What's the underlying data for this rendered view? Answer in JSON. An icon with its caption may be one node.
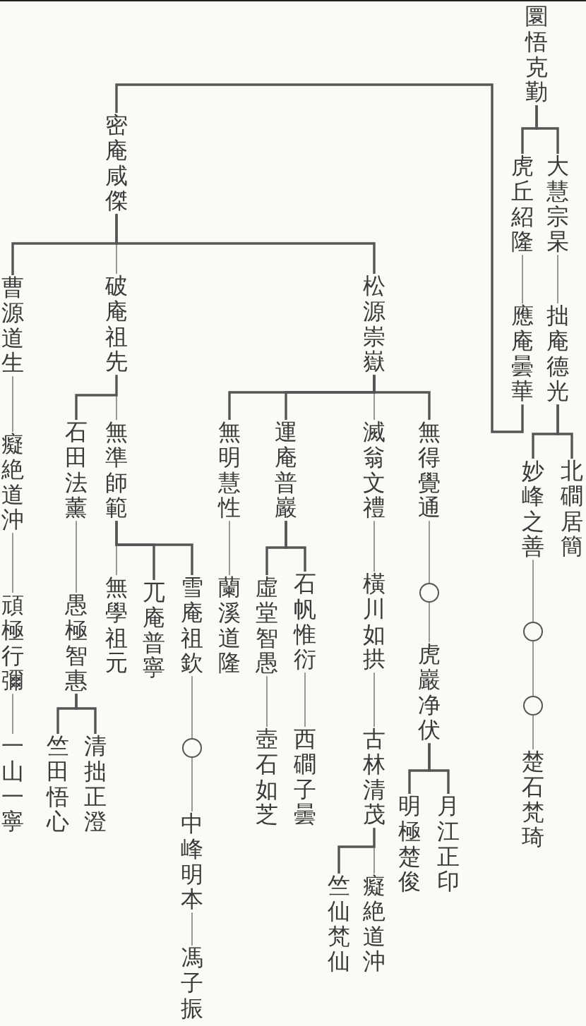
{
  "diagram": {
    "nodes": [
      {
        "text": [
          "圜悟克勤"
        ]
      },
      {
        "text": [
          "大慧宗杲"
        ]
      },
      {
        "text": [
          "虎丘紹隆"
        ]
      },
      {
        "text": [
          "密庵咸傑"
        ]
      },
      {
        "text": [
          "應庵曇華"
        ]
      },
      {
        "text": [
          "拙庵德光"
        ]
      },
      {
        "text": [
          "曹源道生"
        ]
      },
      {
        "text": [
          "破庵祖先"
        ]
      },
      {
        "text": [
          "松源崇嶽"
        ]
      },
      {
        "text": [
          "石田法薰"
        ]
      },
      {
        "text": [
          "無準師範"
        ]
      },
      {
        "text": [
          "無明慧性"
        ]
      },
      {
        "text": [
          "運庵普巖"
        ]
      },
      {
        "text": [
          "滅翁文禮"
        ]
      },
      {
        "text": [
          "無得覺通"
        ]
      },
      {
        "text": [
          "妙峰之善"
        ]
      },
      {
        "text": [
          "北磵居簡"
        ]
      },
      {
        "text": [
          "癡絶道沖"
        ]
      },
      {
        "text": [
          "無學祖元"
        ]
      },
      {
        "text": [
          "兀庵普寧"
        ]
      },
      {
        "text": [
          "雪庵祖欽"
        ]
      },
      {
        "text": [
          "蘭溪道隆"
        ]
      },
      {
        "text": [
          "虛堂智愚"
        ]
      },
      {
        "text": [
          "石帆惟衍"
        ]
      },
      {
        "text": [
          "橫川如拱"
        ]
      },
      {
        "text": [],
        "shape": "circle"
      },
      {
        "text": [],
        "shape": "circle"
      },
      {
        "text": [
          "頑極行彌"
        ]
      },
      {
        "text": [
          "愚極智惠"
        ]
      },
      {
        "text": [
          "虎巖净伏"
        ]
      },
      {
        "text": [],
        "shape": "circle"
      },
      {
        "text": [],
        "shape": "circle"
      },
      {
        "text": [
          "清拙正澄"
        ]
      },
      {
        "text": [
          "竺田悟心"
        ]
      },
      {
        "text": [
          "壺石如芝"
        ]
      },
      {
        "text": [
          "西磵子曇"
        ]
      },
      {
        "text": [
          "古林清茂"
        ]
      },
      {
        "text": [
          "楚石梵琦"
        ]
      },
      {
        "text": [
          "一山一寧"
        ]
      },
      {
        "text": [
          "明極楚俊"
        ]
      },
      {
        "text": [
          "月江正印"
        ]
      },
      {
        "text": [
          "中峰明本"
        ]
      },
      {
        "text": [
          "竺仙梵仙"
        ]
      },
      {
        "text": [
          "癡絶道沖"
        ]
      },
      {
        "text": [
          "馮子振"
        ]
      }
    ],
    "edges": [
      {
        "from": 0,
        "to": 1,
        "arrow": "none",
        "style": "thick"
      },
      {
        "from": 0,
        "to": 2,
        "arrow": "none",
        "style": "thick"
      },
      {
        "from": 2,
        "to": 4,
        "arrow": "none"
      },
      {
        "from": 1,
        "to": 5,
        "arrow": "none"
      },
      {
        "from": 4,
        "to": 3,
        "arrow": "none",
        "style": "thick"
      },
      {
        "from": 3,
        "to": 6,
        "arrow": "none",
        "style": "thick"
      },
      {
        "from": 3,
        "to": 7,
        "arrow": "none"
      },
      {
        "from": 3,
        "to": 8,
        "arrow": "none",
        "style": "thick"
      },
      {
        "from": 5,
        "to": 15,
        "arrow": "none",
        "style": "thick"
      },
      {
        "from": 5,
        "to": 16,
        "arrow": "none",
        "style": "thick"
      },
      {
        "from": 6,
        "to": 17,
        "arrow": "none"
      },
      {
        "from": 17,
        "to": 27,
        "arrow": "none"
      },
      {
        "from": 27,
        "to": 38,
        "arrow": "none"
      },
      {
        "from": 7,
        "to": 9,
        "arrow": "none",
        "style": "thick"
      },
      {
        "from": 7,
        "to": 10,
        "arrow": "none"
      },
      {
        "from": 8,
        "to": 11,
        "arrow": "none",
        "style": "thick"
      },
      {
        "from": 8,
        "to": 12,
        "arrow": "none",
        "style": "thick"
      },
      {
        "from": 8,
        "to": 13,
        "arrow": "none"
      },
      {
        "from": 8,
        "to": 14,
        "arrow": "none",
        "style": "thick"
      },
      {
        "from": 10,
        "to": 18,
        "arrow": "none"
      },
      {
        "from": 10,
        "to": 19,
        "arrow": "none",
        "style": "thick"
      },
      {
        "from": 10,
        "to": 20,
        "arrow": "none",
        "style": "thick"
      },
      {
        "from": 9,
        "to": 28,
        "arrow": "none"
      },
      {
        "from": 28,
        "to": 33,
        "arrow": "none",
        "style": "thick"
      },
      {
        "from": 28,
        "to": 32,
        "arrow": "none",
        "style": "thick"
      },
      {
        "from": 11,
        "to": 21,
        "arrow": "none"
      },
      {
        "from": 12,
        "to": 22,
        "arrow": "none",
        "style": "thick"
      },
      {
        "from": 12,
        "to": 23,
        "arrow": "none",
        "style": "thick"
      },
      {
        "from": 13,
        "to": 24,
        "arrow": "none"
      },
      {
        "from": 24,
        "to": 36,
        "arrow": "none"
      },
      {
        "from": 36,
        "to": 43,
        "arrow": "none"
      },
      {
        "from": 36,
        "to": 42,
        "arrow": "none",
        "style": "thick"
      },
      {
        "from": 14,
        "to": 25,
        "arrow": "none"
      },
      {
        "from": 25,
        "to": 29,
        "arrow": "none"
      },
      {
        "from": 29,
        "to": 39,
        "arrow": "none",
        "style": "thick"
      },
      {
        "from": 29,
        "to": 40,
        "arrow": "none",
        "style": "thick"
      },
      {
        "from": 15,
        "to": 26,
        "arrow": "none"
      },
      {
        "from": 26,
        "to": 30,
        "arrow": "none"
      },
      {
        "from": 30,
        "to": 37,
        "arrow": "none"
      },
      {
        "from": 20,
        "to": 31,
        "arrow": "none"
      },
      {
        "from": 31,
        "to": 41,
        "arrow": "none"
      },
      {
        "from": 41,
        "to": 44,
        "arrow": "none"
      },
      {
        "from": 22,
        "to": 34,
        "arrow": "none"
      },
      {
        "from": 23,
        "to": 35,
        "arrow": "none"
      }
    ]
  }
}
